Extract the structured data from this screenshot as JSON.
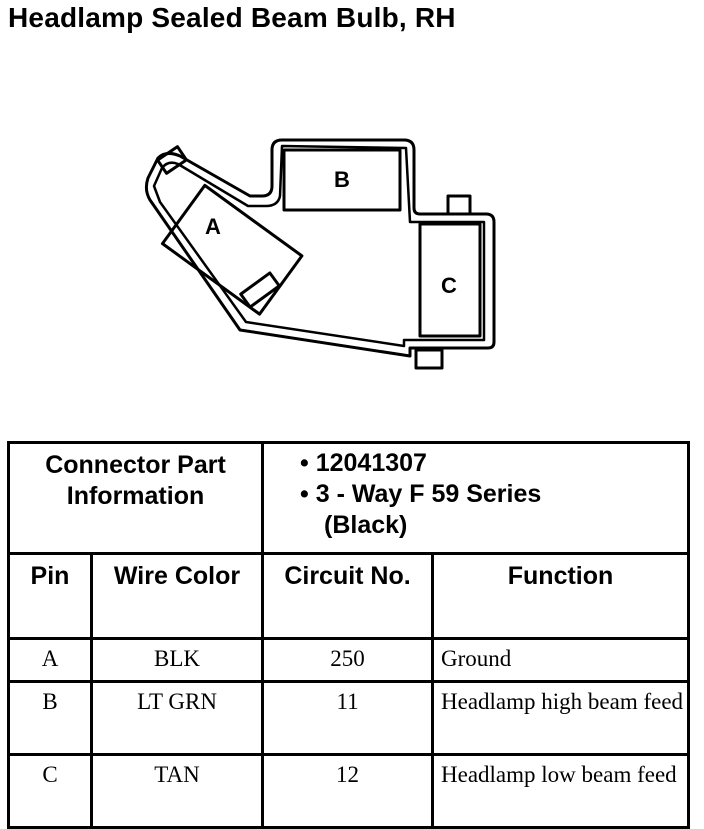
{
  "title": "Headlamp Sealed Beam Bulb, RH",
  "connector": {
    "pins": [
      "A",
      "B",
      "C"
    ]
  },
  "table": {
    "info_label": "Connector Part Information",
    "info_lines": [
      "• 12041307",
      "• 3 - Way F 59 Series",
      "(Black)"
    ],
    "columns": [
      "Pin",
      "Wire Color",
      "Circuit No.",
      "Function"
    ],
    "rows": [
      {
        "pin": "A",
        "color": "BLK",
        "circuit": "250",
        "function": "Ground"
      },
      {
        "pin": "B",
        "color": "LT GRN",
        "circuit": "11",
        "function": "Headlamp high beam feed"
      },
      {
        "pin": "C",
        "color": "TAN",
        "circuit": "12",
        "function": "Headlamp low beam feed"
      }
    ]
  }
}
